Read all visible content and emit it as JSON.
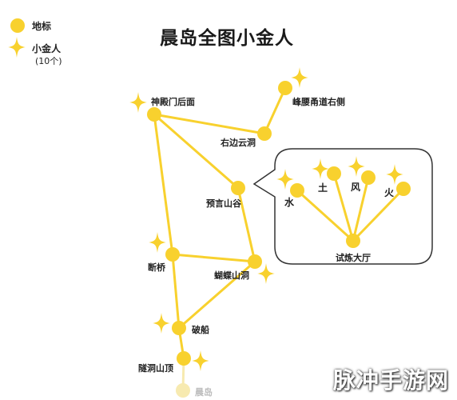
{
  "title": "晨岛全图小金人",
  "legend": {
    "landmark_label": "地标",
    "figure_label": "小金人",
    "figure_count": "(10个)"
  },
  "locations": {
    "shendian_houmian": "神殿门后面",
    "fengyao_yongdao": "峰腰甬道右侧",
    "youbian_yundong": "右边云洞",
    "yuyan_shangu": "预言山谷",
    "duanqiao": "断桥",
    "hudie_shandong": "蝴蝶山洞",
    "pochuan": "破船",
    "suidong_shanding": "隧洞山顶",
    "chendao": "晨岛"
  },
  "trial_hall": {
    "name": "试炼大厅",
    "elements": {
      "water": "水",
      "earth": "土",
      "wind": "风",
      "fire": "火"
    }
  },
  "watermark": "脉冲手游网",
  "colors": {
    "node": "#f8d12e",
    "edge": "#f8d12e",
    "faded_node": "#f7eab0",
    "bubble_border": "#333333"
  }
}
